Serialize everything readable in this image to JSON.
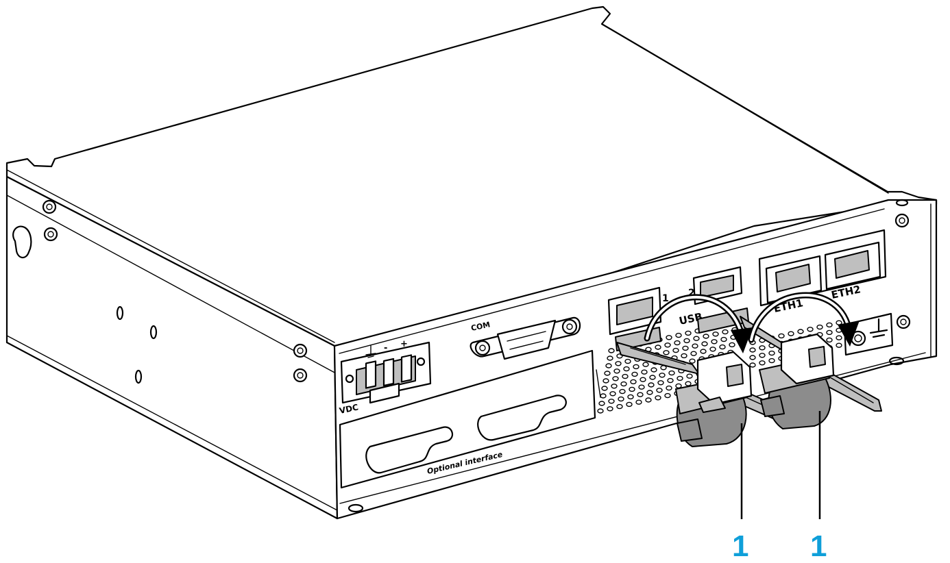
{
  "labels": {
    "com": "COM",
    "vdc": "VDC",
    "optional_interface": "Optional interface",
    "usb": "USB",
    "usb_port_1": "1",
    "usb_port_2": "2",
    "eth1": "ETH1",
    "eth2": "ETH2",
    "power_minus": "-",
    "power_plus": "+"
  },
  "callouts": [
    {
      "number": "1",
      "color": "#0f9fd9"
    },
    {
      "number": "1",
      "color": "#0f9fd9"
    }
  ],
  "colors": {
    "line": "#000000",
    "clip_fill": "#bfbfbf",
    "clip_shade": "#8c8c8c",
    "callout": "#0f9fd9"
  },
  "icons": [
    "ground-icon",
    "rotation-arrow-icon",
    "screw-icon"
  ]
}
